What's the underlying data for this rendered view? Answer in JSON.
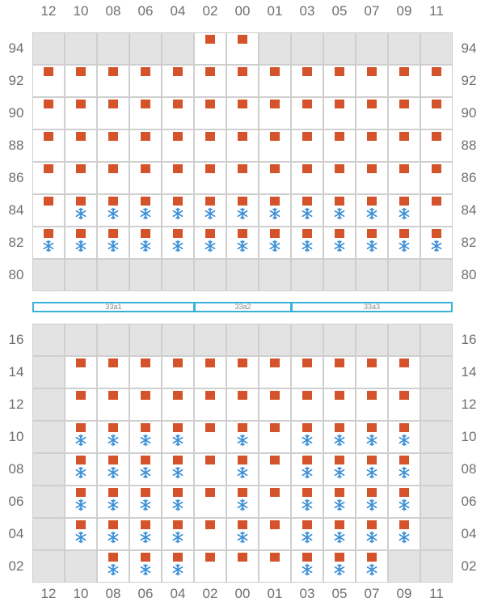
{
  "columns": [
    "12",
    "10",
    "08",
    "06",
    "04",
    "02",
    "00",
    "01",
    "03",
    "05",
    "07",
    "09",
    "11"
  ],
  "upper": {
    "rows": [
      "94",
      "92",
      "90",
      "88",
      "86",
      "84",
      "82",
      "80"
    ],
    "grid": [
      "BBBBBCCBBBBBB",
      "CCCCCCCCCCCCC",
      "CCCCCCCCCCCCC",
      "CCCCCCCCCCCCC",
      "CCCCCCCCCCCCC",
      "CRRRRRRRRRRRC",
      "RRRRRRRRRRRRR",
      "BBBBBBBBBBBBB"
    ]
  },
  "bays": [
    "33a1",
    "33a2",
    "33a3"
  ],
  "lower": {
    "rows": [
      "16",
      "14",
      "12",
      "10",
      "08",
      "06",
      "04",
      "02"
    ],
    "grid": [
      "BBBBBBBBBBBBB",
      "BCCCCCCCCCCCB",
      "BCCCCCCCCCCCB",
      "BRRRRCRCRRRRB",
      "BRRRRCRCRRRRB",
      "BRRRRCRCRRRRB",
      "BRRRRCRCRRRRB",
      "BBRRRCCCRRRBB"
    ]
  },
  "legend": {
    "container": "orange square",
    "reefer": "snowflake-icon",
    "blocked": "grey cell"
  },
  "colors": {
    "container": "#d4532b",
    "reefer": "#3a8fd6",
    "bay_outline": "#39b2d9",
    "blocked_cell": "#e3e3e4",
    "grid_line": "#cfcfcf"
  }
}
